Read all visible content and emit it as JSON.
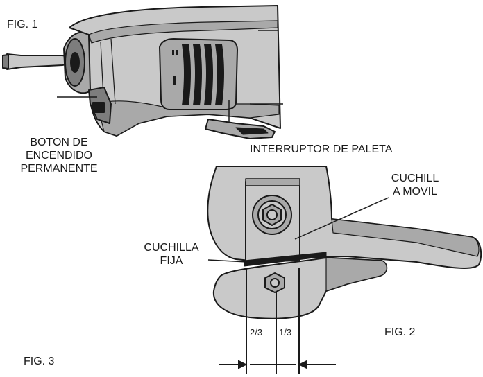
{
  "colors": {
    "ink": "#1a1a1a",
    "body_gray": "#c9c9c9",
    "shade_gray": "#a9a9a9",
    "dark_gray": "#7d7d7d",
    "paper": "#ffffff"
  },
  "figures": {
    "fig1": "FIG. 1",
    "fig2": "FIG. 2",
    "fig3": "FIG. 3"
  },
  "labels": {
    "lock_button": [
      "BOTON DE",
      "ENCENDIDO",
      "PERMANENTE"
    ],
    "paddle_switch": "INTERRUPTOR DE PALETA",
    "moving_blade": [
      "CUCHILL",
      "A MOVIL"
    ],
    "fixed_blade": [
      "CUCHILLA",
      "FIJA"
    ],
    "ratio_left": "2/3",
    "ratio_right": "1/3"
  }
}
